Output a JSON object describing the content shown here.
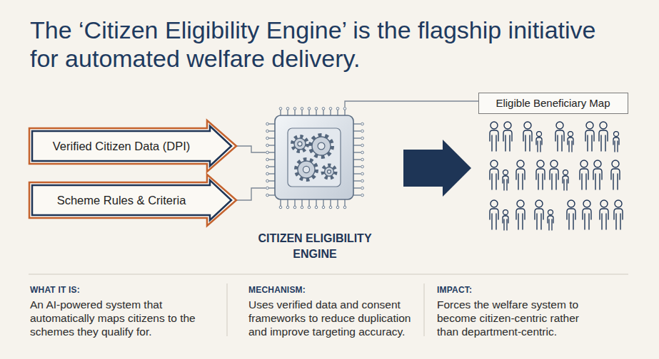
{
  "diagram": {
    "title": "The ‘Citizen Eligibility Engine’ is the flagship initiative for automated welfare delivery.",
    "nodes": [
      {
        "text": [
          "Verified Citizen Data (DPI)"
        ]
      },
      {
        "text": [
          "Scheme Rules & Criteria"
        ]
      },
      {
        "text": [
          "CITIZEN ELIGIBILITY ENGINE"
        ]
      },
      {
        "text": [
          "Eligible Beneficiary Map"
        ]
      }
    ],
    "edges": [
      {
        "from": 0,
        "to": 2,
        "arrow": "none"
      },
      {
        "from": 1,
        "to": 2,
        "arrow": "none"
      },
      {
        "from": 2,
        "to": 3,
        "arrow": "none"
      }
    ],
    "labels": [
      "WHAT IT IS:",
      "An AI-powered system that automatically maps citizens to the schemes they qualify for.",
      "MECHANISM:",
      "Uses verified data and consent frameworks to reduce duplication and improve targeting accuracy.",
      "IMPACT:",
      "Forces the welfare system to become citizen-centric rather than department-centric."
    ]
  }
}
